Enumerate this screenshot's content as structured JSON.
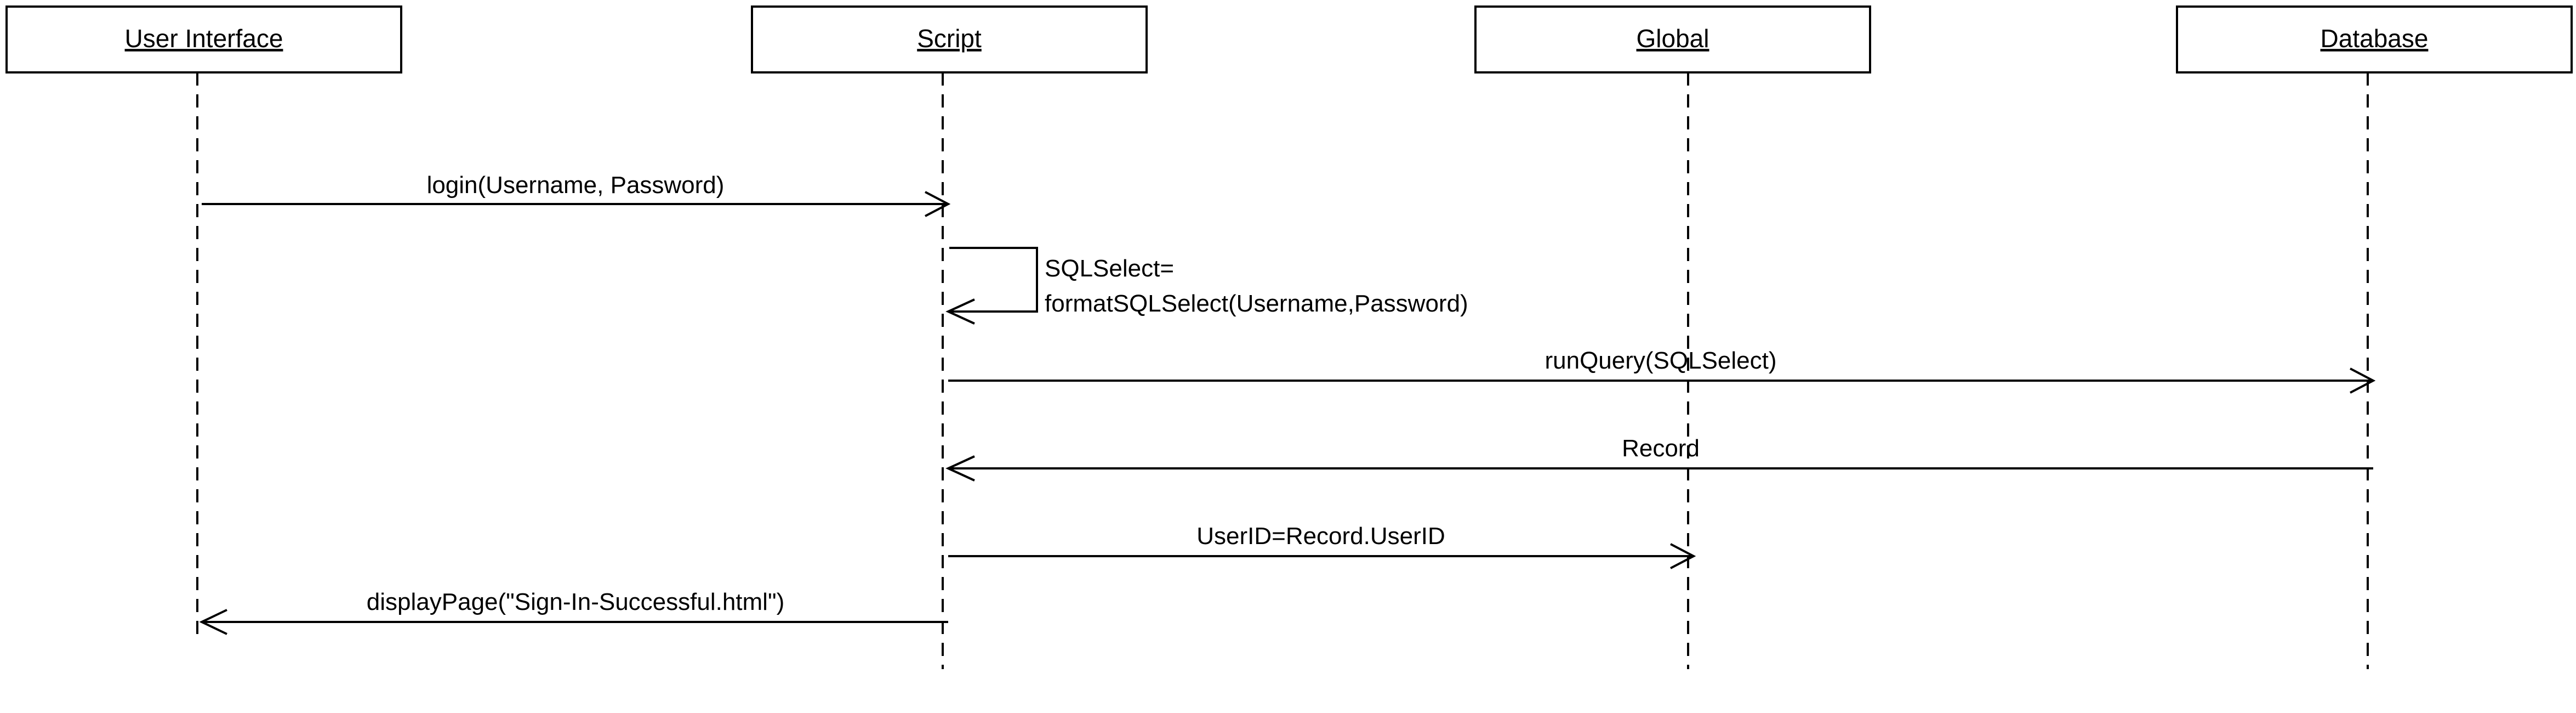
{
  "participants": [
    {
      "name": "User Interface"
    },
    {
      "name": "Script"
    },
    {
      "name": "Global"
    },
    {
      "name": "Database"
    }
  ],
  "messages": [
    {
      "from": "User Interface",
      "to": "Script",
      "label": "login(Username, Password)"
    },
    {
      "from": "Script",
      "to": "Script",
      "label_lines": [
        "SQLSelect=",
        "formatSQLSelect(Username,Password)"
      ]
    },
    {
      "from": "Script",
      "to": "Database",
      "label": "runQuery(SQLSelect)"
    },
    {
      "from": "Database",
      "to": "Script",
      "label": "Record"
    },
    {
      "from": "Script",
      "to": "Global",
      "label": "UserID=Record.UserID"
    },
    {
      "from": "Script",
      "to": "User Interface",
      "label": "displayPage(\"Sign-In-Successful.html\")"
    }
  ],
  "colors": {
    "line": "#000000",
    "box_fill": "#ffffff",
    "text": "#000000"
  }
}
